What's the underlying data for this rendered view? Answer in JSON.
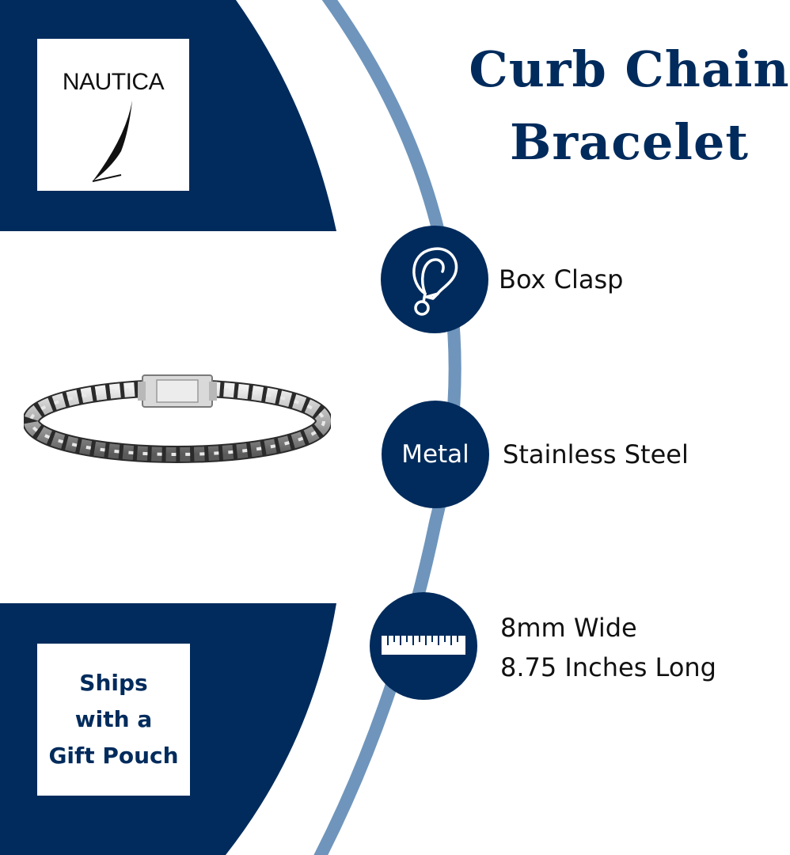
{
  "product": {
    "title_line1": "Curb Chain",
    "title_line2": "Bracelet"
  },
  "brand": {
    "logo_text": "NAUTICA",
    "logo_icon": "sail-logo-icon"
  },
  "gift_note": {
    "line1": "Ships",
    "line2": "with a",
    "line3": "Gift Pouch"
  },
  "features": [
    {
      "icon": "lobster-clasp-icon",
      "label": "Box Clasp"
    },
    {
      "circle_text": "Metal",
      "label": "Stainless Steel"
    },
    {
      "icon": "ruler-icon",
      "line1": "8mm Wide",
      "line2": "8.75 Inches Long"
    }
  ],
  "colors": {
    "navy": "#002b5c",
    "arc_blue": "#6f95bc",
    "white": "#ffffff"
  }
}
